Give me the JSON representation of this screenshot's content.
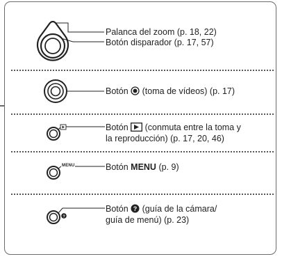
{
  "rows": {
    "zoom": {
      "label": "Palanca del zoom (p. 18, 22)"
    },
    "shutter": {
      "label": "Botón disparador (p. 17, 57)"
    },
    "movie": {
      "prefix": "Botón",
      "suffix": "(toma de vídeos) (p. 17)",
      "icon": "movie-record-icon"
    },
    "playback": {
      "prefix": "Botón",
      "suffix": "(conmuta entre la toma y",
      "line2": "la reproducción) (p. 17, 20, 46)",
      "icon": "play-icon"
    },
    "menu": {
      "prefix": "Botón",
      "key": "MENU",
      "suffix": "(p. 9)",
      "button_text": "MENU"
    },
    "help": {
      "prefix": "Botón",
      "suffix": "(guía de la cámara/",
      "line2": "guía de menú) (p. 23)",
      "icon": "question-icon"
    }
  },
  "colors": {
    "stroke": "#222222",
    "frame": "#6a6a6a"
  }
}
